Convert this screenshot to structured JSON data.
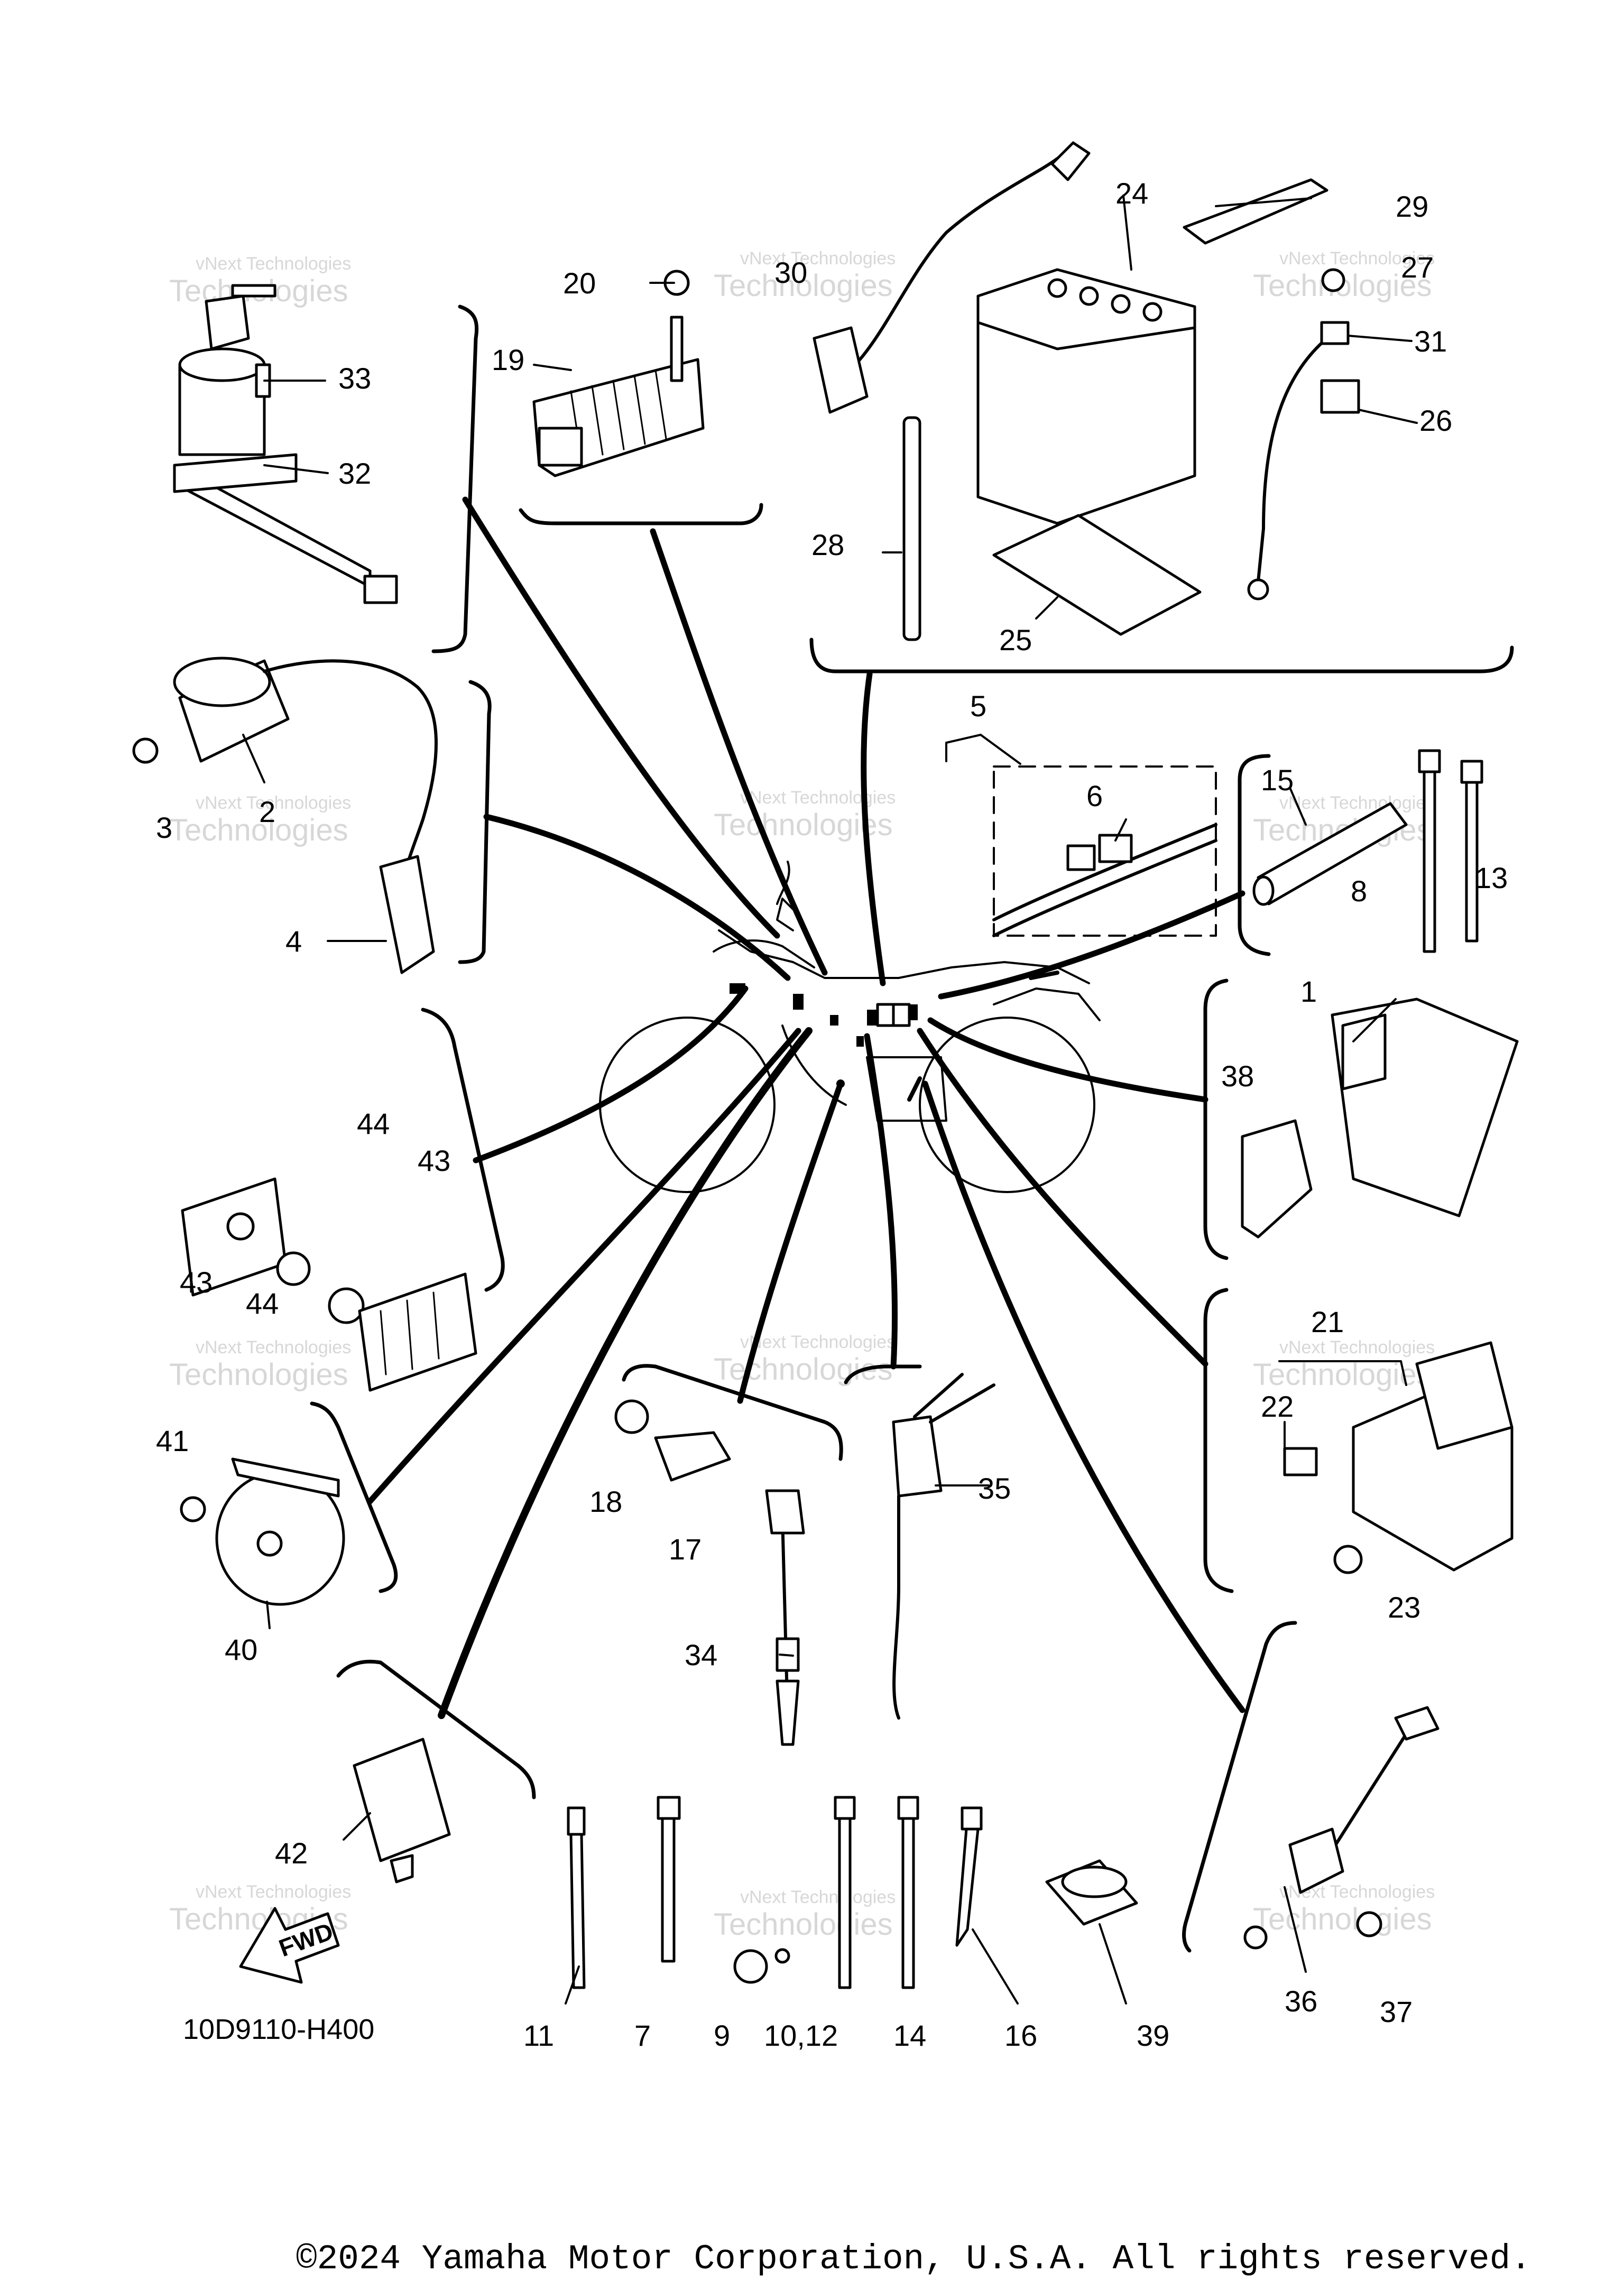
{
  "diagram": {
    "drawing_code": "10D9110-H400",
    "copyright": "©2024 Yamaha Motor Corporation, U.S.A. All rights reserved.",
    "direction_arrow": "FWD",
    "watermark_line1": "vNext Technologies",
    "watermark_line2": "Technologies",
    "callouts": [
      "1",
      "2",
      "3",
      "4",
      "5",
      "6",
      "7",
      "8",
      "9",
      "10,12",
      "11",
      "13",
      "14",
      "15",
      "16",
      "17",
      "18",
      "19",
      "20",
      "21",
      "22",
      "23",
      "24",
      "25",
      "26",
      "27",
      "28",
      "29",
      "30",
      "31",
      "32",
      "33",
      "34",
      "35",
      "36",
      "37",
      "38",
      "39",
      "40",
      "41",
      "42",
      "43",
      "43",
      "44",
      "44"
    ]
  }
}
